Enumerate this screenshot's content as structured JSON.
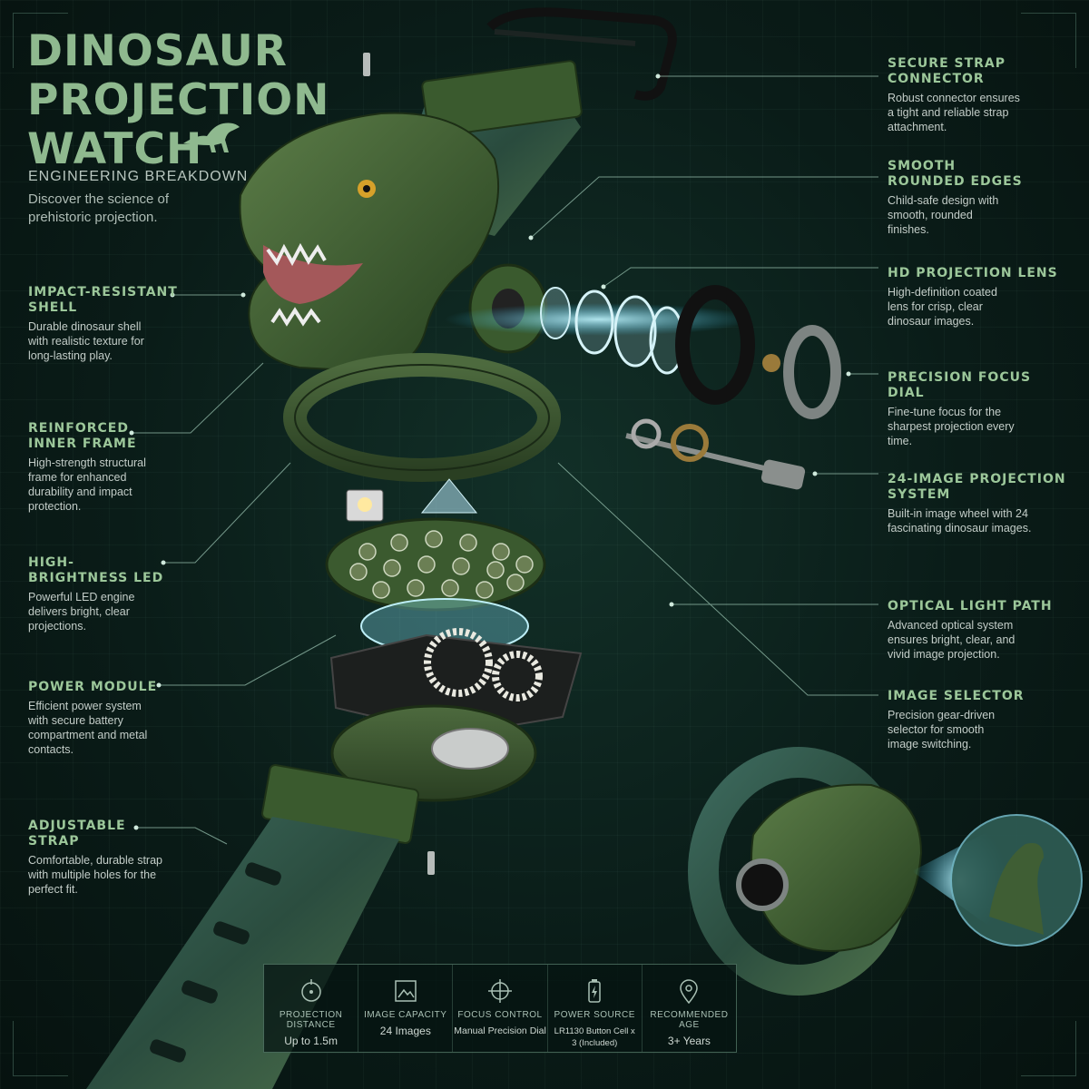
{
  "title_lines": [
    "DINOSAUR",
    "PROJECTION",
    "WATCH"
  ],
  "subtitle": "ENGINEERING BREAKDOWN",
  "intro": "Discover the science of prehistoric projection.",
  "callouts": [
    {
      "title": "IMPACT-RESISTANT SHELL",
      "text": "Durable dinosaur shell with realistic texture for long-lasting play."
    },
    {
      "title": "REINFORCED INNER FRAME",
      "text": "High-strength structural frame for enhanced durability and impact protection."
    },
    {
      "title": "HIGH-BRIGHTNESS LED",
      "text": "Powerful LED engine delivers bright, clear projections."
    },
    {
      "title": "POWER MODULE",
      "text": "Efficient power system with secure battery compartment and metal contacts."
    },
    {
      "title": "ADJUSTABLE STRAP",
      "text": "Comfortable, durable strap with multiple holes for the perfect fit."
    },
    {
      "title": "SECURE STRAP CONNECTOR",
      "text": "Robust connector ensures a tight and reliable strap attachment."
    },
    {
      "title": "SMOOTH ROUNDED EDGES",
      "text": "Child-safe design with smooth, rounded finishes."
    },
    {
      "title": "HD PROJECTION LENS",
      "text": "High-definition coated lens for crisp, clear dinosaur images."
    },
    {
      "title": "PRECISION FOCUS DIAL",
      "text": "Fine-tune focus for the sharpest projection every time."
    },
    {
      "title": "24-IMAGE PROJECTION SYSTEM",
      "text": "Built-in image wheel with 24 fascinating dinosaur images."
    },
    {
      "title": "OPTICAL LIGHT PATH",
      "text": "Advanced optical system ensures bright, clear, and vivid image projection."
    },
    {
      "title": "IMAGE SELECTOR",
      "text": "Precision gear-driven selector for smooth image switching."
    }
  ],
  "specs": [
    {
      "icon": "target-icon",
      "label": "PROJECTION DISTANCE",
      "value": "Up to 1.5m"
    },
    {
      "icon": "image-icon",
      "label": "IMAGE CAPACITY",
      "value": "24 Images"
    },
    {
      "icon": "crosshair-icon",
      "label": "FOCUS CONTROL",
      "value": "Manual Precision Dial"
    },
    {
      "icon": "battery-icon",
      "label": "POWER SOURCE",
      "value": "LR1130 Button Cell x 3 (Included)"
    },
    {
      "icon": "location-pin-icon",
      "label": "RECOMMENDED AGE",
      "value": "3+ Years"
    }
  ],
  "colors": {
    "background": "#0a1c18",
    "accent": "#8fb98f",
    "heading": "#9cc79a",
    "beam": "#6fe4ff",
    "shell": "#3f5e34"
  }
}
